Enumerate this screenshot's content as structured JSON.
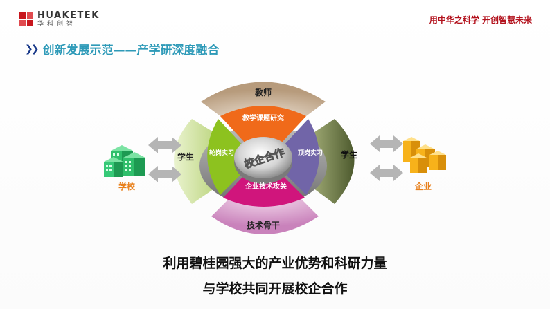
{
  "logo": {
    "name": "HUAKETEK",
    "sub": "华科创智"
  },
  "slogan": "用中华之科学  开创智慧未来",
  "title": "创新发展示范——产学研深度融合",
  "diagram": {
    "top": "教师",
    "bottom": "技术骨干",
    "left": "学生",
    "right": "学生",
    "inner_top": "教学课题研究",
    "inner_left": "轮岗实习",
    "inner_right": "顶岗实习",
    "inner_bottom": "企业技术攻关",
    "center": "校企合作",
    "school": "学校",
    "enterprise": "企业"
  },
  "caption": {
    "line1": "利用碧桂园强大的产业优势和科研力量",
    "line2": "与学校共同开展校企合作"
  },
  "colors": {
    "top_outer": "#c7b29a",
    "bottom_outer": "#d59ac9",
    "left_outer": "#c8dc9a",
    "right_outer": "#7f8c58",
    "inner_top": "#f06a1a",
    "inner_left": "#8dc21f",
    "inner_right": "#7165a8",
    "inner_bottom": "#d0157c",
    "accent": "#b3121d",
    "title": "#2e9ab8"
  }
}
